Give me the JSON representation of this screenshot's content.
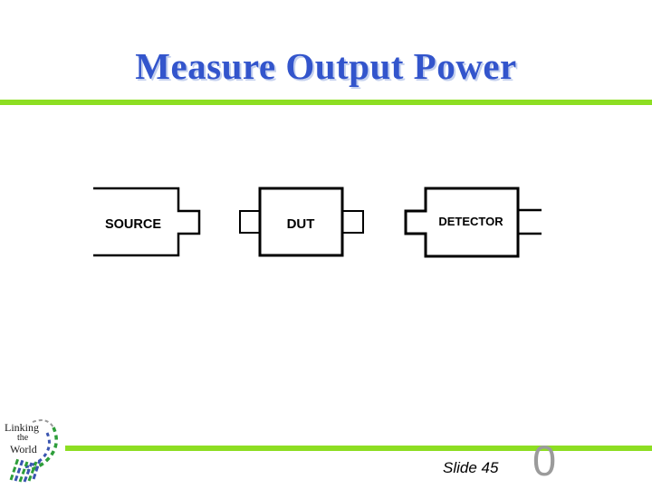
{
  "slide": {
    "title": "Measure Output Power",
    "footer": {
      "slide_label": "Slide 45",
      "page_number": "0"
    }
  },
  "diagram": {
    "blocks": [
      {
        "id": "source",
        "label": "SOURCE"
      },
      {
        "id": "dut",
        "label": "DUT"
      },
      {
        "id": "detector",
        "label": "DETECTOR"
      }
    ]
  },
  "logo": {
    "line1": "Linking",
    "line2": "the",
    "line3": "World"
  },
  "colors": {
    "accent_green": "#8DDE22",
    "title_blue": "#3355CC",
    "title_shadow": "#C4D0EE",
    "page_number_gray": "#9B9B9B",
    "logo_green": "#2E9E3A",
    "logo_blue": "#3A55B0"
  }
}
